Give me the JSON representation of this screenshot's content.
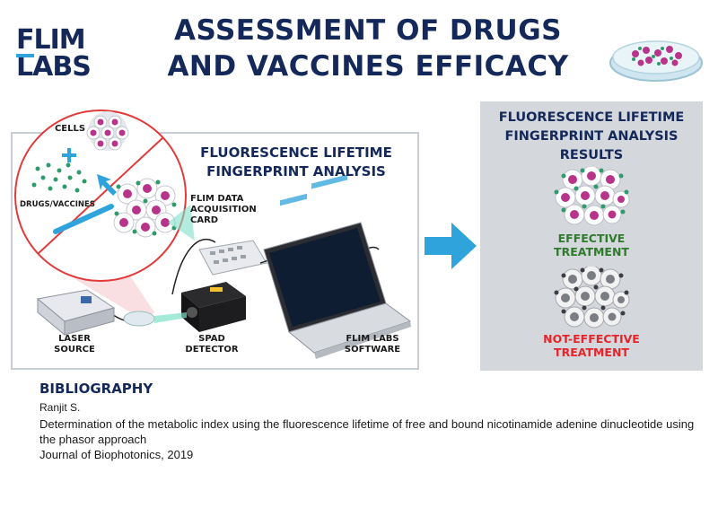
{
  "header": {
    "logo_text_line1": "FLIM",
    "logo_text_line2": "LABS",
    "title_line1": "ASSESSMENT OF DRUGS",
    "title_line2": "AND VACCINES EFFICACY"
  },
  "left_panel": {
    "title_line1": "FLUORESCENCE LIFETIME",
    "title_line2": "FINGERPRINT ANALYSIS",
    "labels": {
      "cells": "CELLS",
      "drugs": "DRUGS/VACCINES",
      "flim_card": "FLIM DATA\nACQUISITION\nCARD",
      "laser": "LASER\nSOURCE",
      "spad": "SPAD\nDETECTOR",
      "software": "FLIM LABS\nSOFTWARE"
    }
  },
  "right_panel": {
    "title_line1": "FLUORESCENCE LIFETIME",
    "title_line2": "FINGERPRINT ANALYSIS",
    "title_line3": "RESULTS",
    "effective_line1": "EFFECTIVE",
    "effective_line2": "TREATMENT",
    "not_effective_line1": "NOT-EFFECTIVE",
    "not_effective_line2": "TREATMENT"
  },
  "bibliography": {
    "heading": "BIBLIOGRAPHY",
    "author": "Ranjit S.",
    "title": "Determination of the metabolic index using the fluorescence lifetime of free and bound nicotinamide adenine dinucleotide using the phasor approach",
    "journal": "Journal of Biophotonics, 2019"
  },
  "colors": {
    "navy": "#14285a",
    "accent_blue": "#2ea3dc",
    "green_text": "#2f7a2c",
    "red_text": "#e8242a",
    "cell_magenta": "#b8338a",
    "drug_green": "#2f9a6c",
    "panel_grey": "#d4d7dc"
  }
}
